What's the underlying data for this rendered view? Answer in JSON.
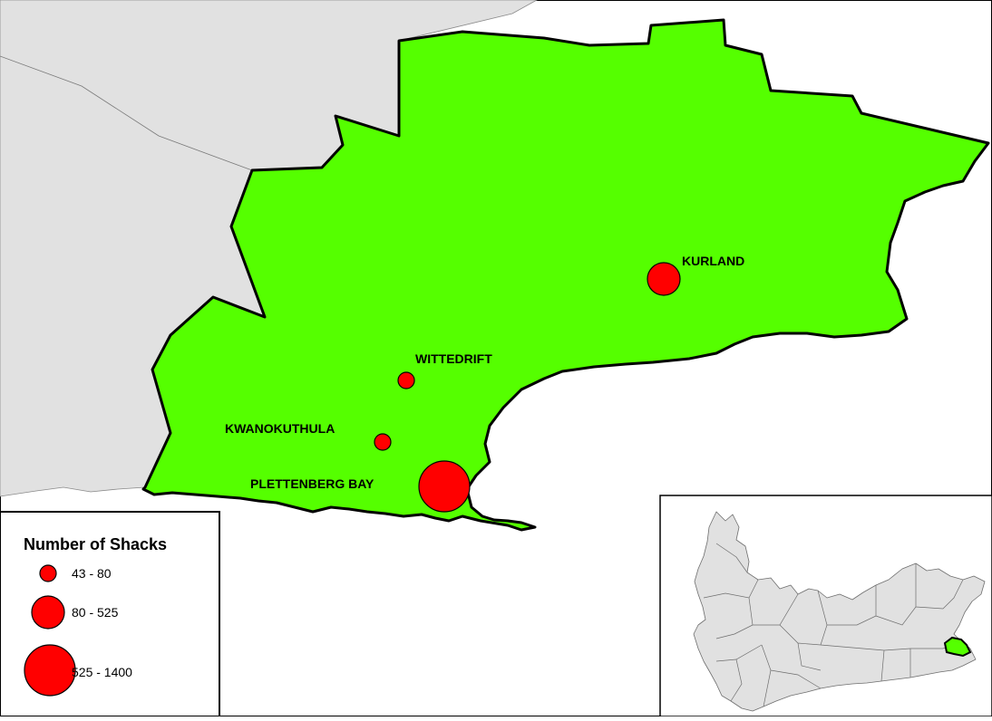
{
  "map": {
    "colors": {
      "region_fill": "#55ff00",
      "neighbor_fill": "#e1e1e1",
      "marker_fill": "#ff0000",
      "outline": "#000000",
      "water": "#ffffff"
    },
    "places": [
      {
        "name": "KURLAND",
        "size_class": 2
      },
      {
        "name": "WITTEDRIFT",
        "size_class": 1
      },
      {
        "name": "KWANOKUTHULA",
        "size_class": 1
      },
      {
        "name": "PLETTENBERG BAY",
        "size_class": 3
      }
    ]
  },
  "legend": {
    "title": "Number of Shacks",
    "classes": [
      {
        "label": "43 - 80"
      },
      {
        "label": "80 - 525"
      },
      {
        "label": "525 - 1400"
      }
    ]
  }
}
